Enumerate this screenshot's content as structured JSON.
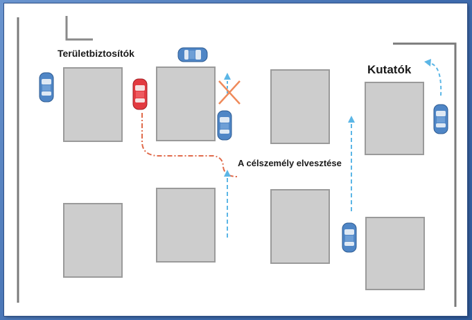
{
  "labels": {
    "perimeter_team": "Területbiztosítók",
    "searchers": "Kutatók",
    "target_lost": "A célszemély elvesztése"
  },
  "colors": {
    "blue_car": "#4f86c6",
    "red_car": "#e23a40",
    "red_path": "#e06a4a",
    "blue_path": "#5bb6e6",
    "marker_x": "#ef8a5a",
    "wall": "#7a7a7a",
    "building": "#cdcdcd"
  },
  "icons": [
    "car-icon",
    "x-marker-icon",
    "corner-marker-icon",
    "arrow-icon"
  ]
}
